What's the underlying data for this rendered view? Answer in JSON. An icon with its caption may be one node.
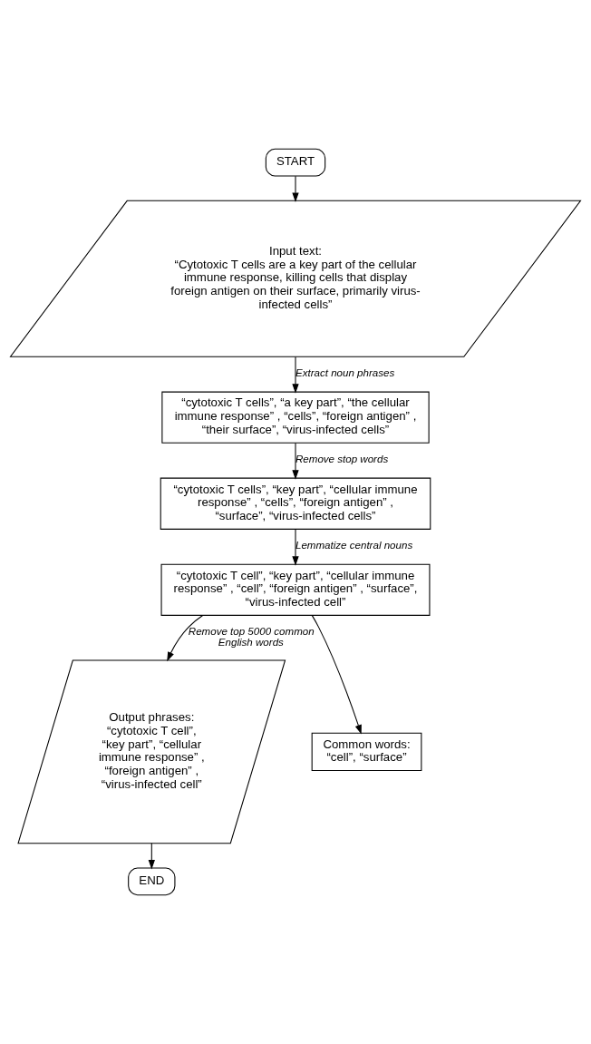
{
  "diagram": {
    "nodes": [
      {
        "text": [
          "START"
        ]
      },
      {
        "text": [
          "Input text:",
          "“Cytotoxic T cells are a key part of the cellular immune response, killing cells that display foreign antigen on their surface, primarily virus-infected cells”"
        ]
      },
      {
        "text": [
          "“cytotoxic T cells”, “a key part”, “the cellular immune response” , “cells”, “foreign antigen” , “their surface”, “virus-infected cells”"
        ]
      },
      {
        "text": [
          "“cytotoxic T cells”, “key part”, “cellular immune response” , “cells”, “foreign antigen” , “surface”, “virus-infected cells”"
        ]
      },
      {
        "text": [
          "“cytotoxic T cell”, “key part”, “cellular immune response” , “cell”, “foreign antigen” , “surface”, “virus-infected cell”"
        ]
      },
      {
        "text": [
          "Output phrases:",
          "“cytotoxic T cell”, “key part”, “cellular immune response” , “foreign antigen” , “virus-infected cell”"
        ]
      },
      {
        "text": [
          "Common words:",
          "“cell”, “surface”"
        ]
      },
      {
        "text": [
          "END"
        ]
      }
    ],
    "edges": [
      {
        "from": 0,
        "to": 1,
        "arrow": "to"
      },
      {
        "from": 1,
        "to": 2,
        "arrow": "to",
        "label": "Extract noun phrases"
      },
      {
        "from": 2,
        "to": 3,
        "arrow": "to",
        "label": "Remove stop words"
      },
      {
        "from": 3,
        "to": 4,
        "arrow": "to",
        "label": "Lemmatize central nouns"
      },
      {
        "from": 4,
        "to": 5,
        "arrow": "to",
        "label": "Remove top 5000 common English words"
      },
      {
        "from": 4,
        "to": 6,
        "arrow": "to"
      },
      {
        "from": 5,
        "to": 7,
        "arrow": "to"
      }
    ]
  }
}
